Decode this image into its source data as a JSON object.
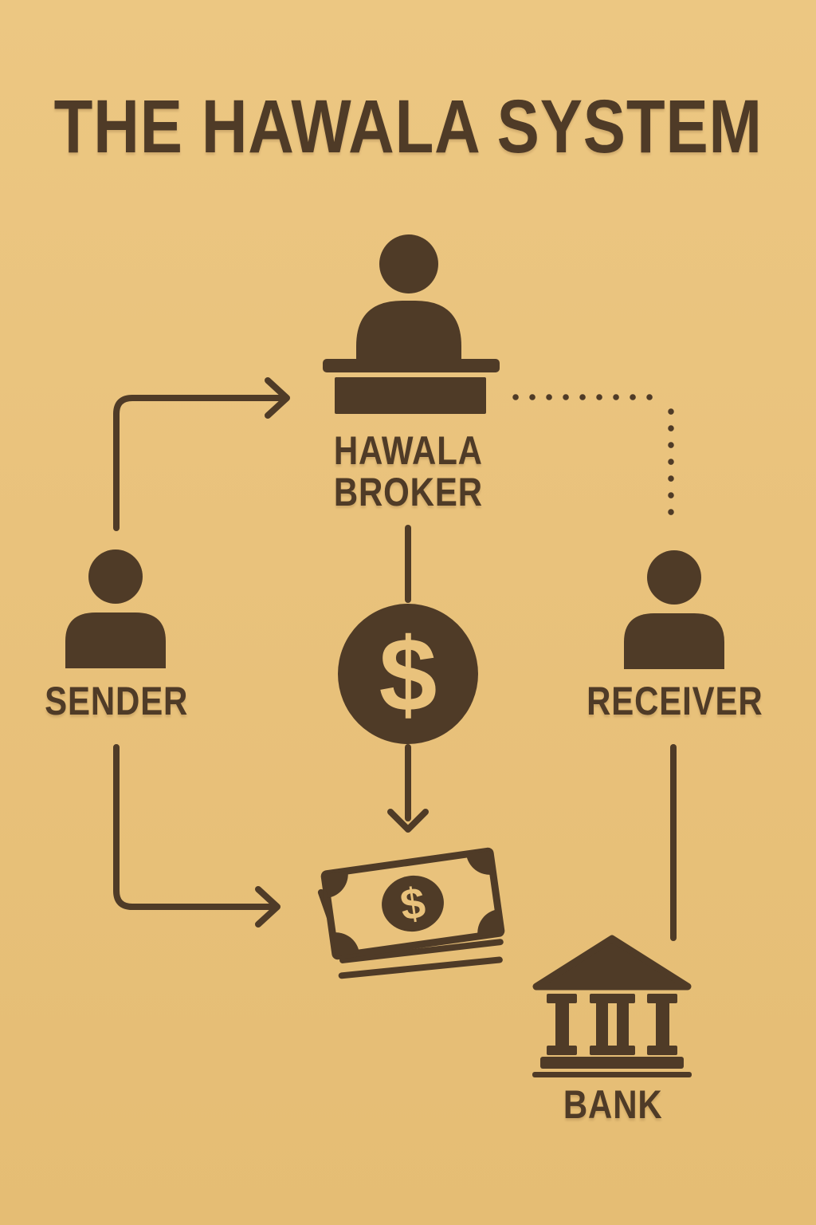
{
  "title": "THE HAWALA SYSTEM",
  "colors": {
    "background": "#e9c27c",
    "ink": "#4f3b27"
  },
  "nodes": {
    "broker": {
      "label_line1": "HAWALA",
      "label_line2": "BROKER",
      "icon": "person-at-desk-icon"
    },
    "sender": {
      "label": "SENDER",
      "icon": "person-icon"
    },
    "receiver": {
      "label": "RECEIVER",
      "icon": "person-icon"
    },
    "bank": {
      "label": "BANK",
      "icon": "bank-building-icon"
    },
    "dollar_badge": {
      "symbol": "$",
      "icon": "dollar-coin-icon"
    },
    "money": {
      "symbol": "$",
      "icon": "cash-stack-icon"
    }
  },
  "edges": [
    {
      "from": "sender",
      "to": "broker",
      "style": "solid-arrow"
    },
    {
      "from": "broker",
      "to": "receiver",
      "style": "dotted-line"
    },
    {
      "from": "broker",
      "to": "money",
      "style": "solid-arrow-through-dollar-badge"
    },
    {
      "from": "sender",
      "to": "money",
      "style": "solid-arrow"
    },
    {
      "from": "receiver",
      "to": "bank",
      "style": "solid-line"
    }
  ]
}
